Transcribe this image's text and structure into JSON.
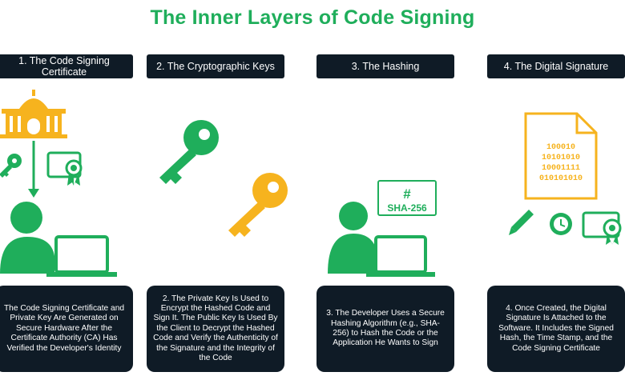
{
  "title": "The Inner Layers of Code Signing",
  "colors": {
    "accent": "#1fae5b",
    "dark": "#0f1b26",
    "gold": "#f6b31e"
  },
  "steps": [
    {
      "header": "1. The Code Signing Certificate",
      "description": "The Code Signing Certificate and Private Key Are Generated on Secure Hardware After the Certificate Authority (CA) Has Verified the Developer's Identity",
      "icons": [
        "building-icon",
        "key-icon",
        "certificate-icon",
        "arrow-down-icon",
        "person-icon",
        "laptop-icon"
      ]
    },
    {
      "header": "2. The Cryptographic Keys",
      "description": "2. The Private Key Is Used to Encrypt the Hashed Code and Sign It. The Public Key Is Used By the Client to Decrypt the Hashed Code and Verify the Authenticity of the Signature and the Integrity of the Code",
      "icons": [
        "green-key-icon",
        "gold-key-icon"
      ]
    },
    {
      "header": "3. The Hashing",
      "description": "3. The Developer Uses a Secure Hashing Algorithm (e.g., SHA-256) to Hash the Code or the Application He Wants to Sign",
      "icons": [
        "person-icon",
        "laptop-icon",
        "hash-box-icon"
      ],
      "hash_symbol": "#",
      "hash_label": "SHA-256"
    },
    {
      "header": "4. The Digital Signature",
      "description": "4. Once Created, the Digital Signature Is Attached to the Software. It Includes the Signed Hash, the Time Stamp, and the Code Signing Certificate",
      "icons": [
        "document-icon",
        "pen-icon",
        "clock-icon",
        "certificate-icon"
      ],
      "binary_lines": [
        "100010",
        "10101010",
        "10001111",
        "010101010"
      ]
    }
  ]
}
